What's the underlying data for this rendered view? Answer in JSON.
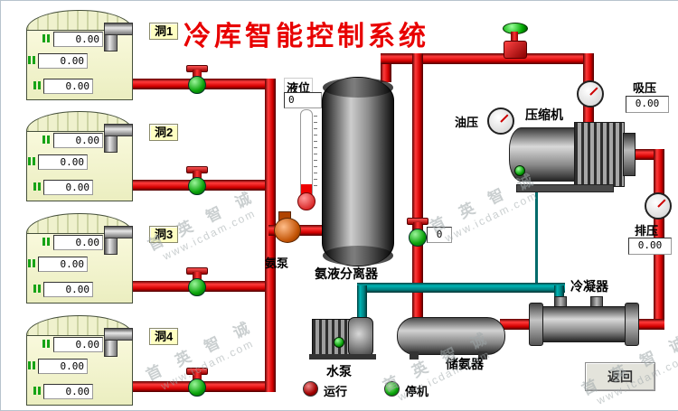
{
  "title": "冷库智能控制系统",
  "colors": {
    "pipe_red": "#d40000",
    "pipe_teal": "#008080",
    "title_red": "#e80000",
    "valve_green": "#0aa30a",
    "tank_cream": "#f5f5d5"
  },
  "tanks": [
    {
      "label": "洞1",
      "values": [
        "0.00",
        "0.00",
        "0.00"
      ]
    },
    {
      "label": "洞2",
      "values": [
        "0.00",
        "0.00",
        "0.00"
      ]
    },
    {
      "label": "洞3",
      "values": [
        "0.00",
        "0.00",
        "0.00"
      ]
    },
    {
      "label": "洞4",
      "values": [
        "0.00",
        "0.00",
        "0.00"
      ]
    }
  ],
  "separator": {
    "label": "氨液分离器",
    "level_label": "液位",
    "level_value": "0",
    "valve_value": "0"
  },
  "ammonia_pump": {
    "label": "氨泵"
  },
  "compressor": {
    "label": "压缩机"
  },
  "gauges": {
    "oil": {
      "label": "油压"
    },
    "suction": {
      "label": "吸压",
      "value": "0.00"
    },
    "discharge": {
      "label": "排压",
      "value": "0.00"
    }
  },
  "condenser": {
    "label": "冷凝器"
  },
  "receiver": {
    "label": "储氨器"
  },
  "water_pump": {
    "label": "水泵"
  },
  "legend": {
    "running": "运行",
    "stopped": "停机"
  },
  "back_button": "返回",
  "watermark": {
    "line1": "首 英 智 诚",
    "line2": "www.icdam.com"
  }
}
